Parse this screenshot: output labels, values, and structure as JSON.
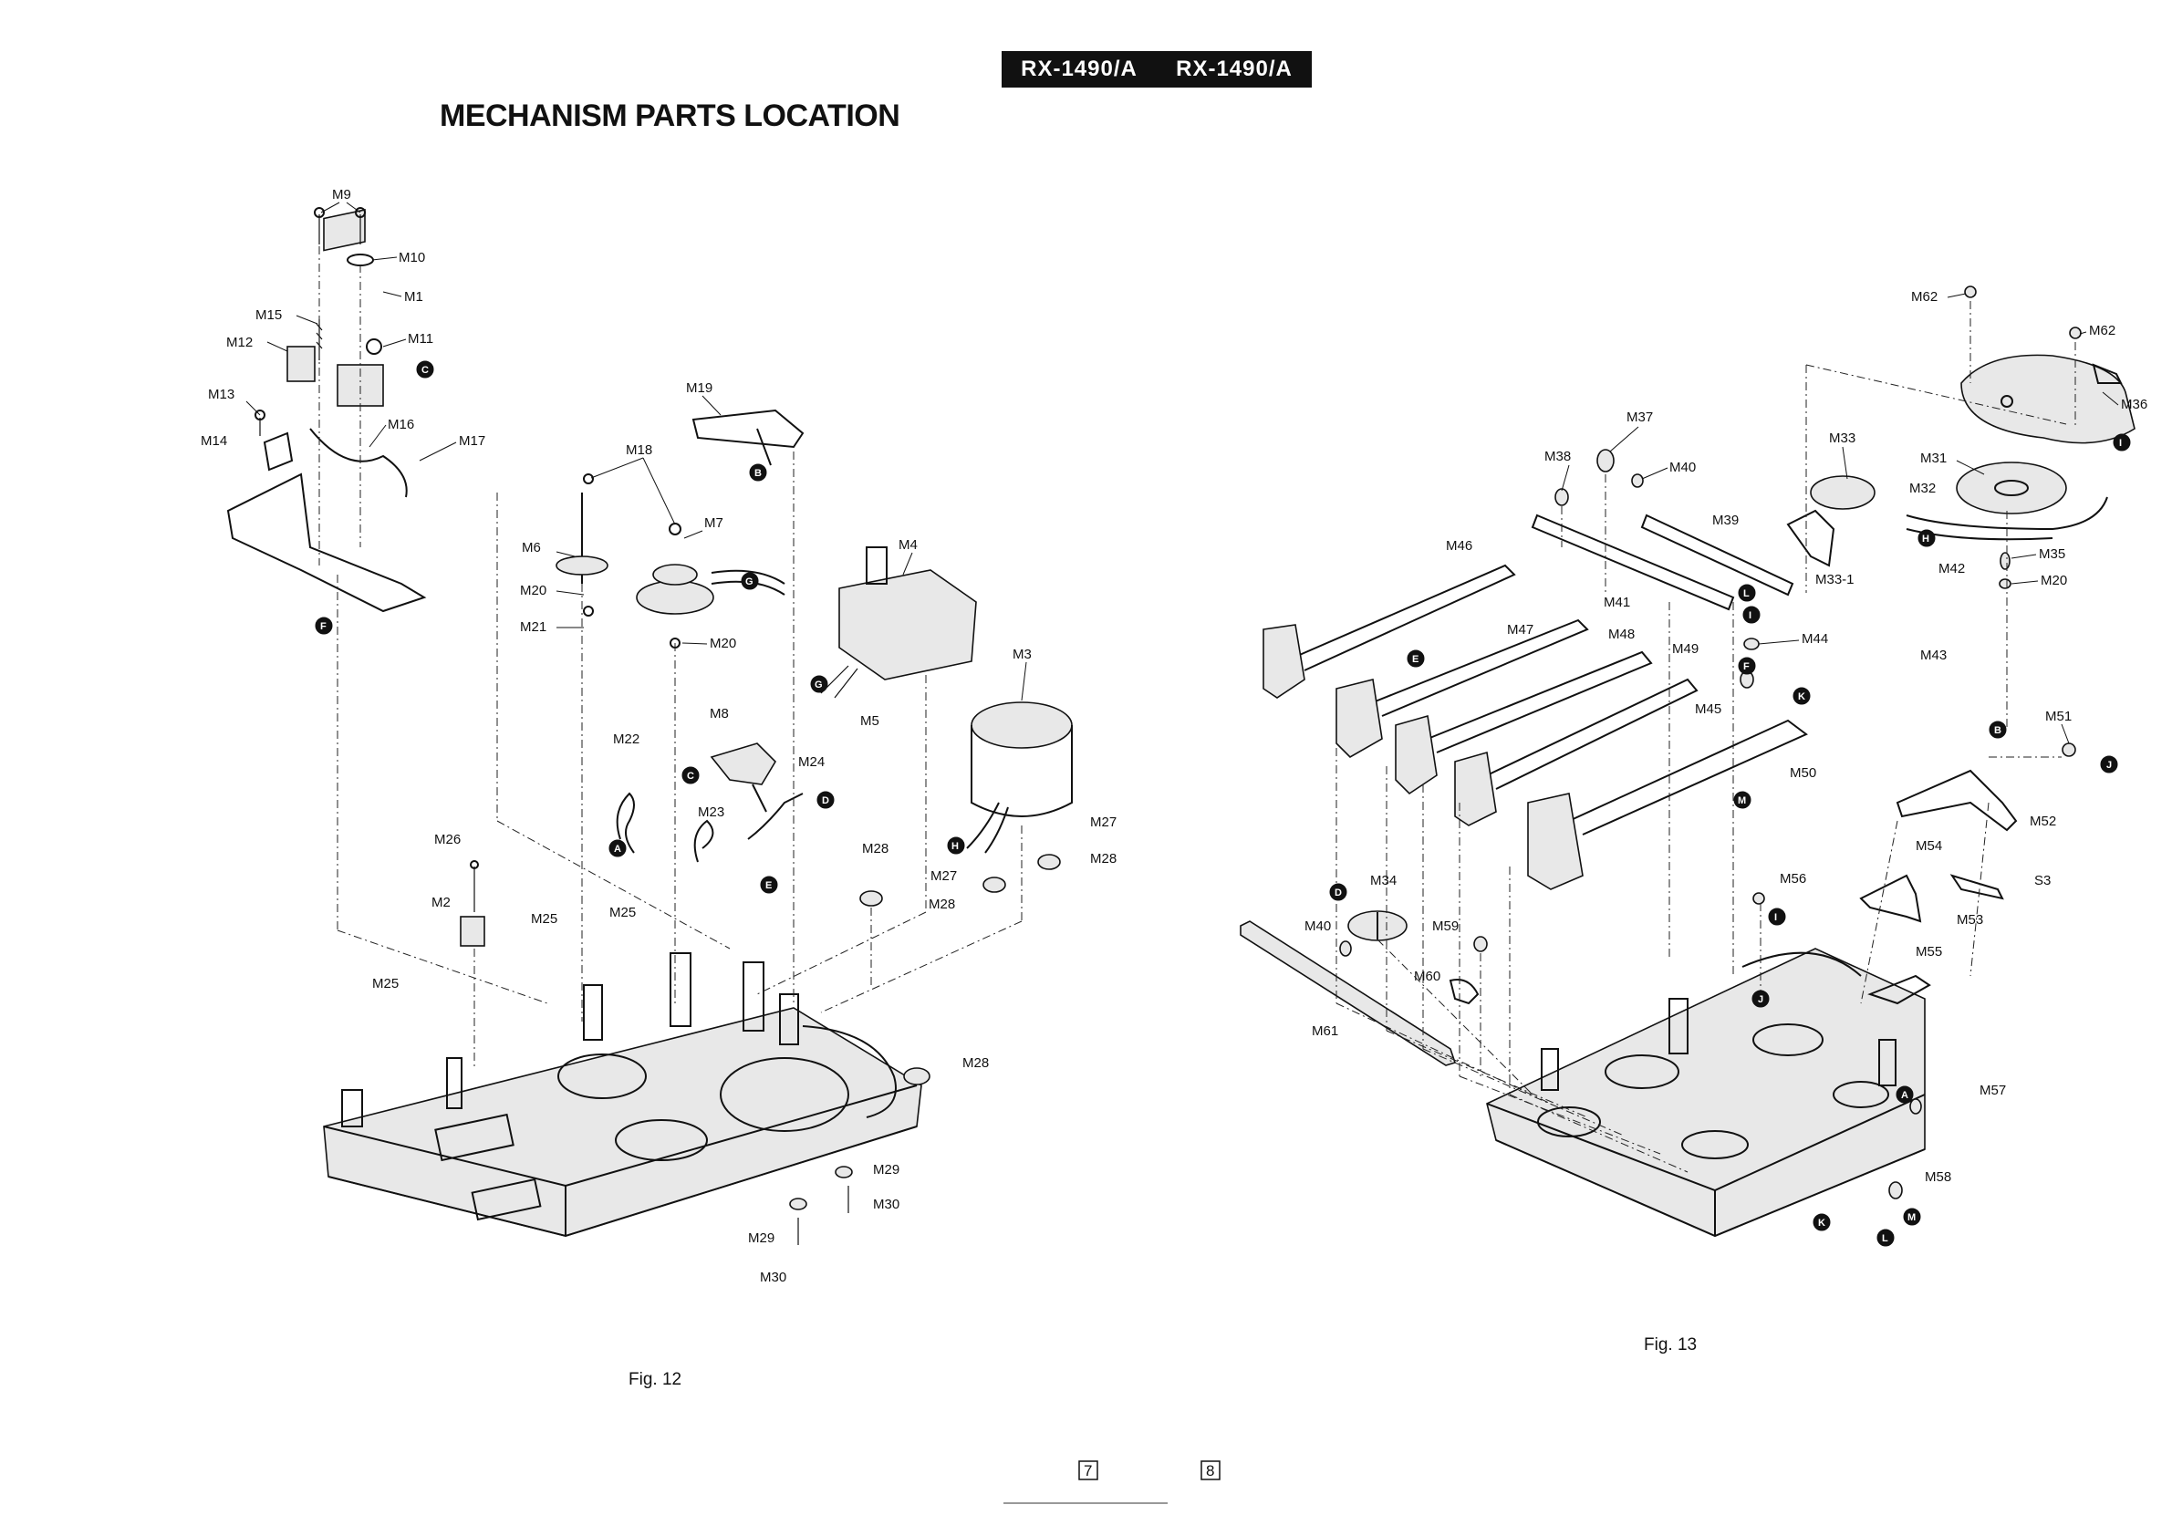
{
  "header": {
    "model_left": "RX-1490/A",
    "model_right": "RX-1490/A",
    "title": "MECHANISM PARTS LOCATION"
  },
  "fig12": {
    "caption": "Fig. 12",
    "labels": {
      "m1": "M1",
      "m2": "M2",
      "m3": "M3",
      "m4": "M4",
      "m5": "M5",
      "m6": "M6",
      "m7": "M7",
      "m8": "M8",
      "m9": "M9",
      "m10": "M10",
      "m11": "M11",
      "m12": "M12",
      "m13": "M13",
      "m14": "M14",
      "m15": "M15",
      "m16": "M16",
      "m17": "M17",
      "m18": "M18",
      "m19": "M19",
      "m20a": "M20",
      "m20b": "M20",
      "m21": "M21",
      "m22": "M22",
      "m23": "M23",
      "m24": "M24",
      "m25a": "M25",
      "m25b": "M25",
      "m25c": "M25",
      "m26": "M26",
      "m27a": "M27",
      "m27b": "M27",
      "m28a": "M28",
      "m28b": "M28",
      "m28c": "M28",
      "m28d": "M28",
      "m29a": "M29",
      "m29b": "M29",
      "m30a": "M30",
      "m30b": "M30"
    },
    "markers": {
      "a": "A",
      "b": "B",
      "c1": "C",
      "c2": "C",
      "d": "D",
      "e": "E",
      "f": "F",
      "g1": "G",
      "g2": "G",
      "h": "H"
    }
  },
  "fig13": {
    "caption": "Fig. 13",
    "labels": {
      "m31": "M31",
      "m32": "M32",
      "m33": "M33",
      "m33_1": "M33-1",
      "m34": "M34",
      "m35": "M35",
      "m36": "M36",
      "m37": "M37",
      "m38": "M38",
      "m39": "M39",
      "m40a": "M40",
      "m40b": "M40",
      "m41": "M41",
      "m42": "M42",
      "m43": "M43",
      "m44": "M44",
      "m45": "M45",
      "m46": "M46",
      "m47": "M47",
      "m48": "M48",
      "m49": "M49",
      "m50": "M50",
      "m51": "M51",
      "m52": "M52",
      "m53": "M53",
      "m54": "M54",
      "m55": "M55",
      "m56": "M56",
      "m57": "M57",
      "m58": "M58",
      "m59": "M59",
      "m60": "M60",
      "m61": "M61",
      "m62a": "M62",
      "m62b": "M62",
      "m20": "M20",
      "s3": "S3"
    },
    "markers": {
      "a": "A",
      "b": "B",
      "d": "D",
      "e": "E",
      "f": "F",
      "h": "H",
      "i1": "I",
      "i2": "I",
      "i3": "I",
      "j1": "J",
      "j2": "J",
      "k1": "K",
      "k2": "K",
      "l1": "L",
      "l2": "L",
      "m1": "M",
      "m2": "M"
    }
  },
  "footer": {
    "page_left": "7",
    "page_right": "8"
  }
}
